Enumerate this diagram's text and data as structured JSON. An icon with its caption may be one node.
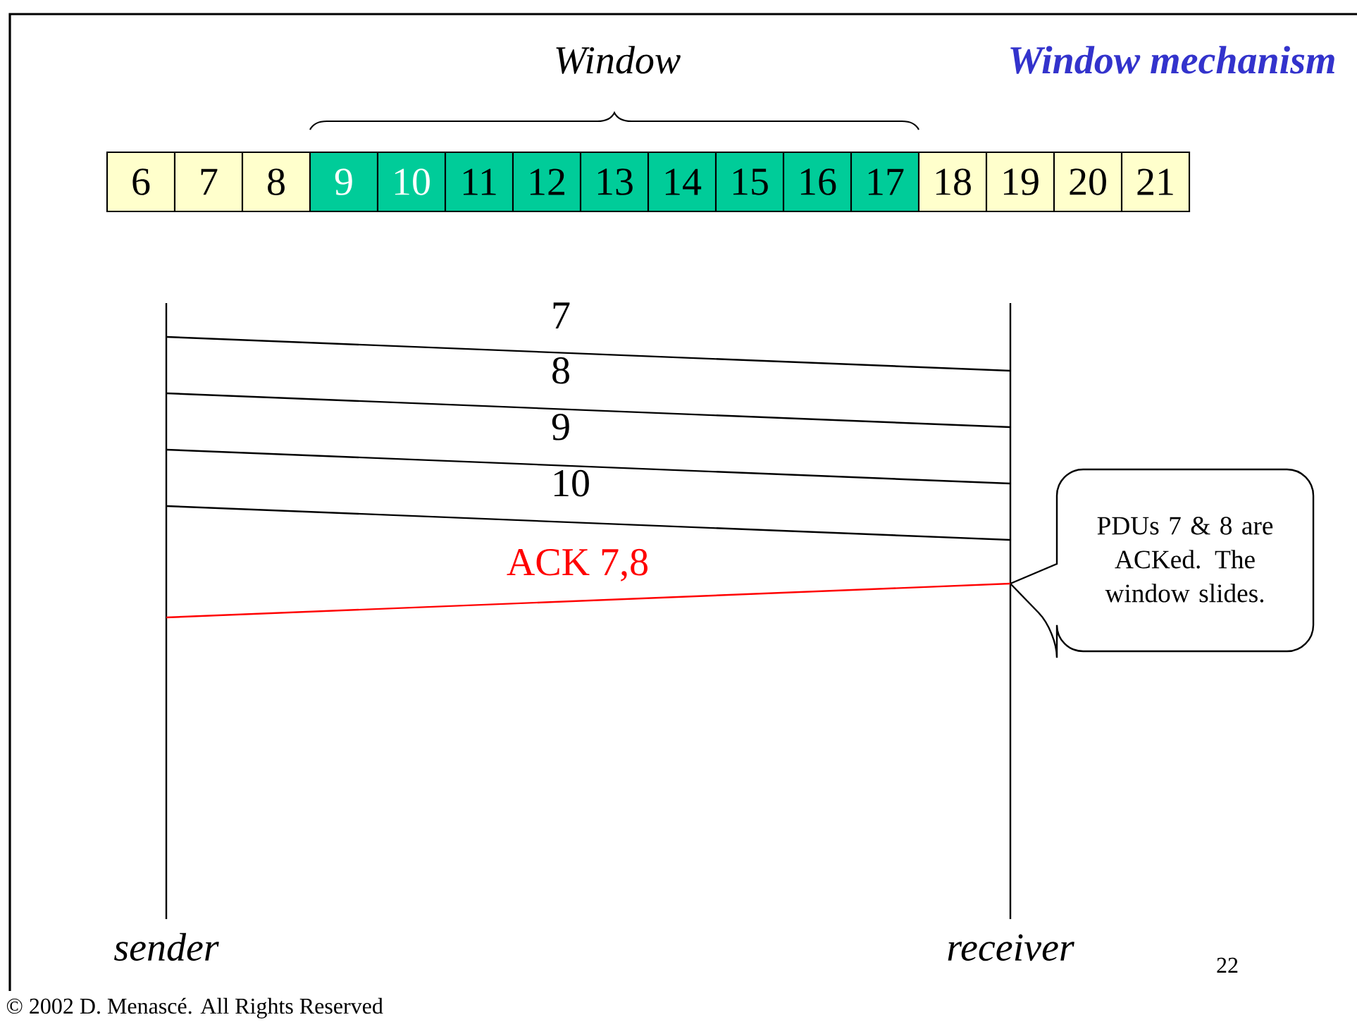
{
  "diagram": {
    "title": "Window mechanism",
    "nodes": [
      {
        "text": [
          "6"
        ]
      },
      {
        "text": [
          "7"
        ]
      },
      {
        "text": [
          "8"
        ]
      },
      {
        "text": [
          "9"
        ]
      },
      {
        "text": [
          "10"
        ]
      },
      {
        "text": [
          "11"
        ]
      },
      {
        "text": [
          "12"
        ]
      },
      {
        "text": [
          "13"
        ]
      },
      {
        "text": [
          "14"
        ]
      },
      {
        "text": [
          "15"
        ]
      },
      {
        "text": [
          "16"
        ]
      },
      {
        "text": [
          "17"
        ]
      },
      {
        "text": [
          "18"
        ]
      },
      {
        "text": [
          "19"
        ]
      },
      {
        "text": [
          "20"
        ]
      },
      {
        "text": [
          "21"
        ]
      },
      {
        "text": [
          "PDUs 7 & 8 are ACKed. The window slides."
        ]
      },
      {
        "text": [
          "sender"
        ]
      },
      {
        "text": [
          "receiver"
        ]
      }
    ],
    "edges": [
      {
        "from": 17,
        "to": 18,
        "arrow": "none",
        "label": "7"
      },
      {
        "from": 17,
        "to": 18,
        "arrow": "none",
        "label": "8"
      },
      {
        "from": 17,
        "to": 18,
        "arrow": "none",
        "label": "9"
      },
      {
        "from": 17,
        "to": 18,
        "arrow": "none",
        "label": "10"
      },
      {
        "from": 18,
        "to": 17,
        "arrow": "none",
        "label": "ACK 7,8",
        "color": "#ff0000"
      }
    ],
    "labels": [
      "Window",
      "22",
      "© 2002 D. Menascé. All Rights Reserved"
    ]
  }
}
